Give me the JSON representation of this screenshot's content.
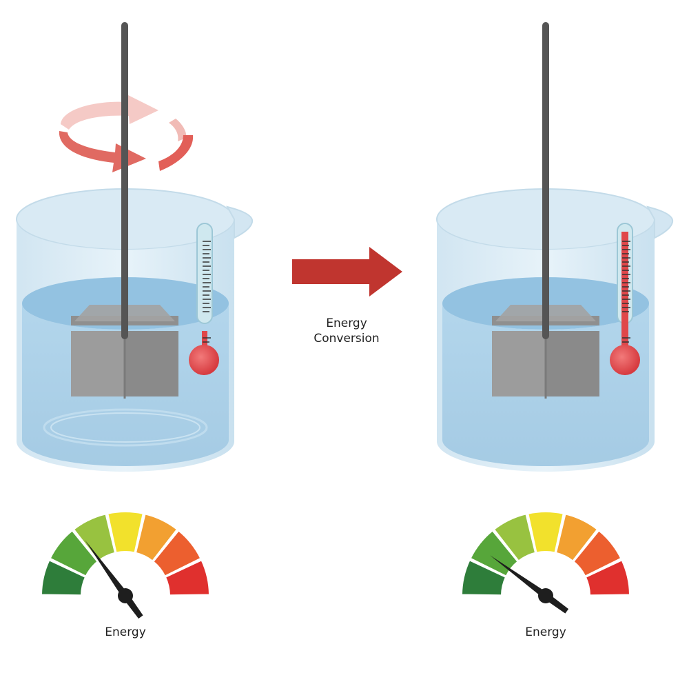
{
  "conversion": {
    "line1": "Energy",
    "line2": "Conversion"
  },
  "before": {
    "gauge_label": "Energy",
    "gauge_level": 0.3,
    "thermometer_fill": 0.15,
    "stirring": true
  },
  "after": {
    "gauge_label": "Energy",
    "gauge_level": 0.2,
    "thermometer_fill": 1.0,
    "stirring": false
  },
  "colors": {
    "arrow": "#c0352f",
    "water": "#9fc9e6",
    "glass": "#dcecf5",
    "rod": "#555555",
    "paddle": "#9a9a9a",
    "rotation_arrow": "#e07068",
    "thermo_fill": "#e0474a",
    "gauge": [
      "#2e7d3a",
      "#57a63a",
      "#98c240",
      "#f2e12c",
      "#f2a031",
      "#ec5f2f",
      "#e0302e"
    ]
  }
}
